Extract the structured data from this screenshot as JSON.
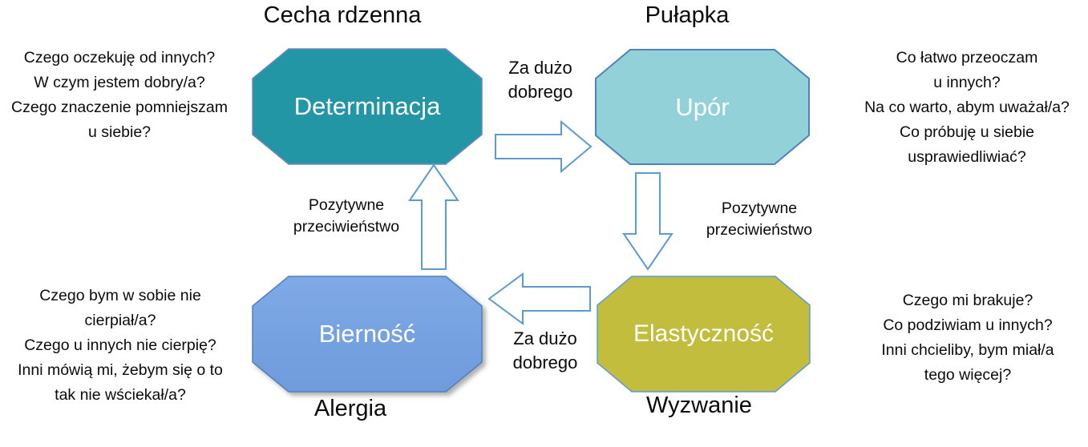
{
  "diagram": {
    "quadrants": {
      "core": {
        "title": "Cecha rdzenna",
        "label": "Determinacja",
        "questions": "Czego oczekuję od innych?\nW czym jestem dobry/a?\nCzego znaczenie pomniejszam\nu siebie?",
        "fill": "#2296A5",
        "border": "#6E86C9"
      },
      "pitfall": {
        "title": "Pułapka",
        "label": "Upór",
        "questions": "Co łatwo przeoczam\nu innych?\nNa co warto, abym uważał/a?\nCo próbuję u siebie\nusprawiedliwiać?",
        "fill": "#92D1D7",
        "border": "#4F81BD"
      },
      "allergy": {
        "title": "Alergia",
        "label": "Bierność",
        "questions": "Czego bym w sobie nie\ncierpiał/a?\nCzego u innych nie cierpię?\nInni mówią mi, żebym się o to\ntak nie wściekał/a?",
        "fill_top": "#7FA9E6",
        "fill_bottom": "#6F9BDC",
        "border": "#4F81BD"
      },
      "challenge": {
        "title": "Wyzwanie",
        "label": "Elastyczność",
        "questions": "Czego mi brakuje?\nCo podziwiam u innych?\nInni chcieliby, bym miał/a\ntego więcej?",
        "fill": "#C3BD3D",
        "border": "#5B9BD5"
      }
    },
    "arrows": {
      "core_to_pitfall": "Za dużo\ndobrego",
      "challenge_to_allergy": "Za dużo\ndobrego",
      "allergy_to_core": "Pozytywne\nprzeciwieństwo",
      "pitfall_to_challenge": "Pozytywne\nprzeciwieństwo"
    },
    "colors": {
      "arrow_outline": "#5B9BD5",
      "arrow_fill": "#FFFFFF",
      "shape_text": "#FFFFFF",
      "text": "#0B0B0B"
    }
  }
}
